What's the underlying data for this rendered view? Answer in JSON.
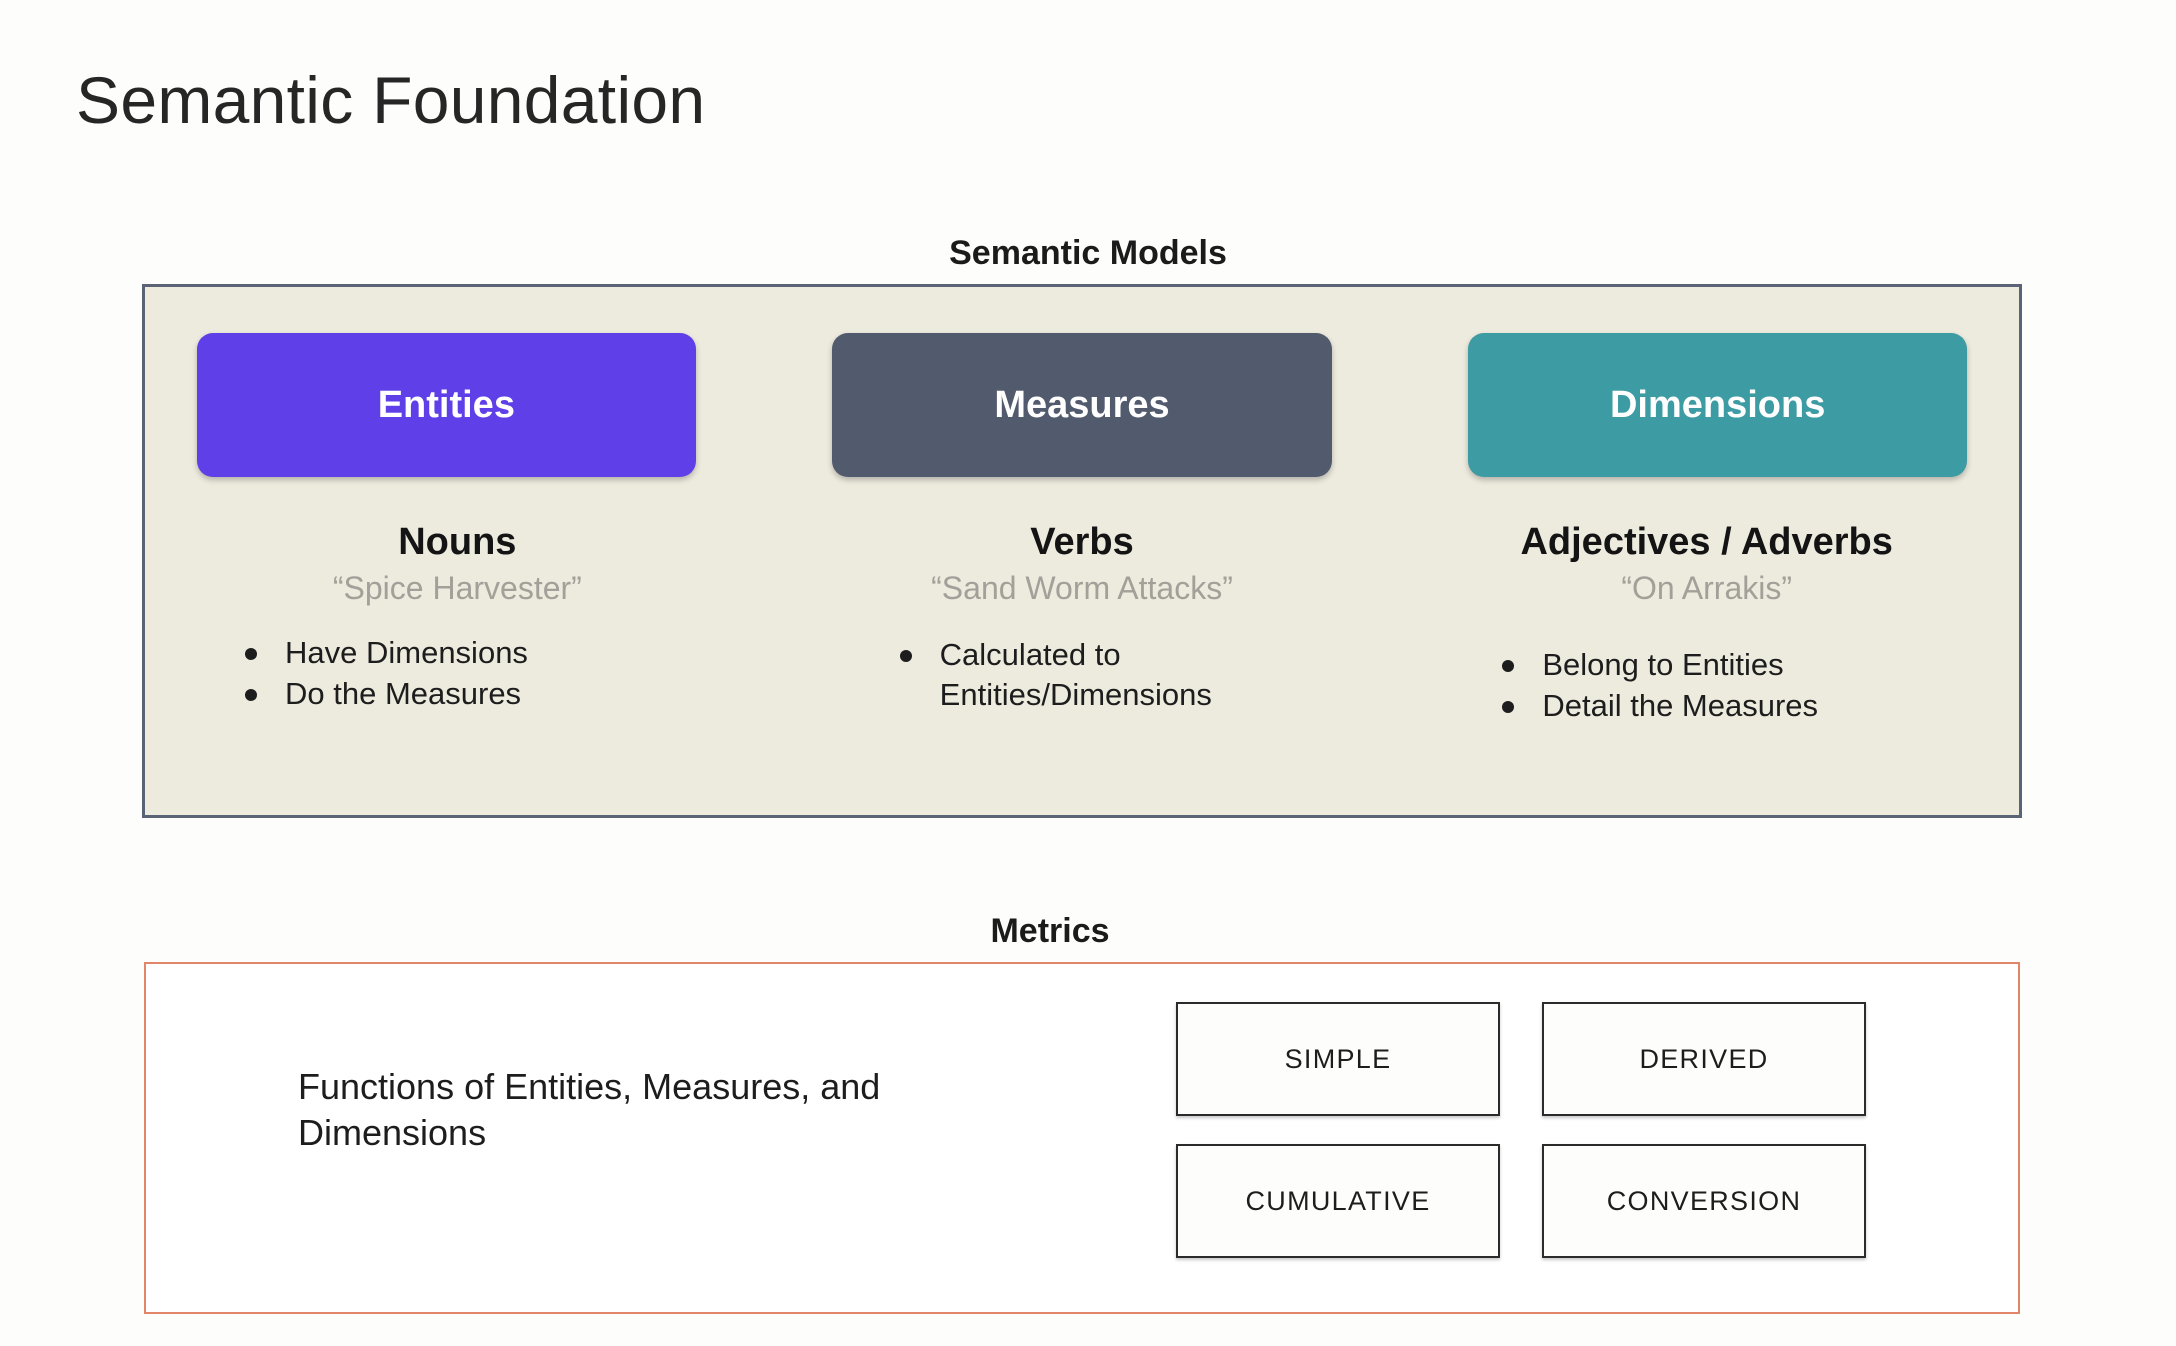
{
  "slide": {
    "title": "Semantic Foundation"
  },
  "semantic_models": {
    "heading": "Semantic Models",
    "columns": [
      {
        "chip_label": "Entities",
        "chip_color": "#5f3fe8",
        "pos_title": "Nouns",
        "pos_example": "“Spice Harvester”",
        "bullets": [
          "Have Dimensions",
          "Do the Measures"
        ]
      },
      {
        "chip_label": "Measures",
        "chip_color": "#525a6e",
        "pos_title": "Verbs",
        "pos_example": "“Sand Worm Attacks”",
        "bullets": [
          "Calculated to Entities/Dimensions"
        ]
      },
      {
        "chip_label": "Dimensions",
        "chip_color": "#3d9ba4",
        "pos_title": "Adjectives / Adverbs",
        "pos_example": "“On Arrakis”",
        "bullets": [
          "Belong to Entities",
          "Detail the Measures"
        ]
      }
    ],
    "panel_background": "#edeade",
    "panel_border": "#5b6376"
  },
  "metrics": {
    "heading": "Metrics",
    "description": "Functions of Entities, Measures, and Dimensions",
    "panel_border": "#e2866a",
    "types": [
      "SIMPLE",
      "DERIVED",
      "CUMULATIVE",
      "CONVERSION"
    ]
  }
}
